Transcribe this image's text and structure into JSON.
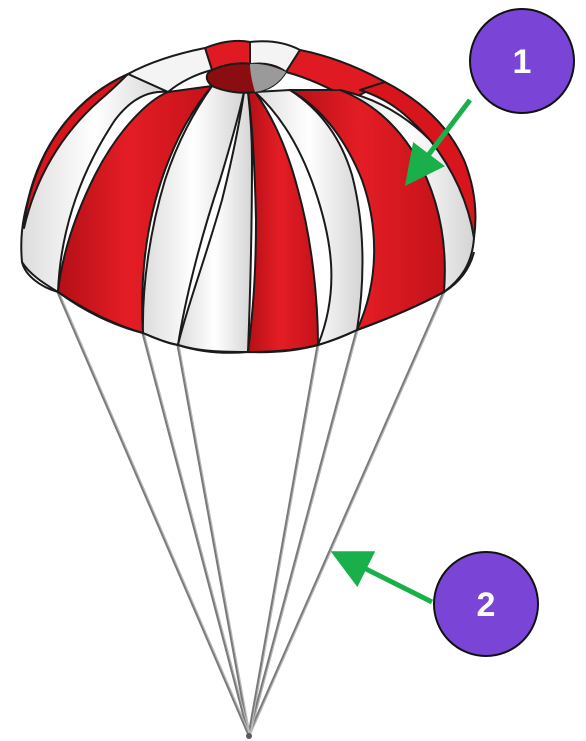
{
  "diagram": {
    "callouts": [
      {
        "label": "1",
        "target": "canopy"
      },
      {
        "label": "2",
        "target": "suspension-lines"
      }
    ]
  },
  "colors": {
    "canopy_red": "#d8141d",
    "canopy_white": "#f2f2f2",
    "canopy_outline": "#1a1a1a",
    "lines": "#7a7a7a",
    "callout_fill": "#7a45d6",
    "callout_stroke": "#111111",
    "arrow": "#19b04b",
    "background": "#ffffff"
  }
}
